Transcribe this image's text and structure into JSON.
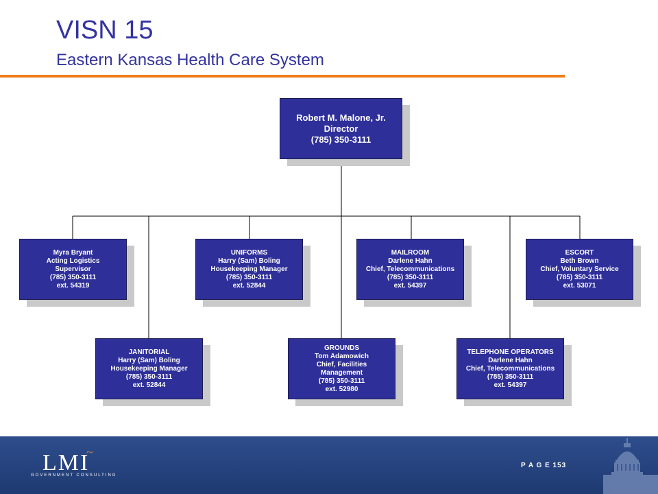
{
  "header": {
    "title": "VISN 15",
    "subtitle": "Eastern Kansas Health Care System"
  },
  "org_chart": {
    "director": {
      "lines": [
        "Robert M. Malone, Jr.",
        "Director",
        "(785) 350-3111"
      ]
    },
    "units": [
      {
        "lines": [
          "Myra Bryant",
          "Acting Logistics",
          "Supervisor",
          "(785) 350-3111",
          "ext. 54319"
        ]
      },
      {
        "lines": [
          "UNIFORMS",
          "Harry (Sam) Boling",
          "Housekeeping Manager",
          "(785) 350-3111",
          "ext. 52844"
        ]
      },
      {
        "lines": [
          "MAILROOM",
          "Darlene Hahn",
          "Chief, Telecommunications",
          "(785) 350-3111",
          "ext. 54397"
        ]
      },
      {
        "lines": [
          "ESCORT",
          "Beth Brown",
          "Chief, Voluntary Service",
          "(785) 350-3111",
          "ext. 53071"
        ]
      },
      {
        "lines": [
          "JANITORIAL",
          "Harry (Sam) Boling",
          "Housekeeping Manager",
          "(785) 350-3111",
          "ext. 52844"
        ]
      },
      {
        "lines": [
          "GROUNDS",
          "Tom Adamowich",
          "Chief, Facilities",
          "Management",
          "(785) 350-3111",
          "ext. 52980"
        ]
      },
      {
        "lines": [
          "TELEPHONE OPERATORS",
          "Darlene Hahn",
          "Chief, Telecommunications",
          "(785) 350-3111",
          "ext. 54397"
        ]
      }
    ]
  },
  "footer": {
    "logo_text": "LMI",
    "logo_tagline": "GOVERNMENT CONSULTING",
    "page_label": "P A G E  153"
  },
  "colors": {
    "title": "#3333a0",
    "rule": "#f07d1a",
    "box_fill": "#2f2f9a",
    "footer": "#1f3a72"
  },
  "icons": {
    "capitol": "capitol-dome-icon"
  }
}
